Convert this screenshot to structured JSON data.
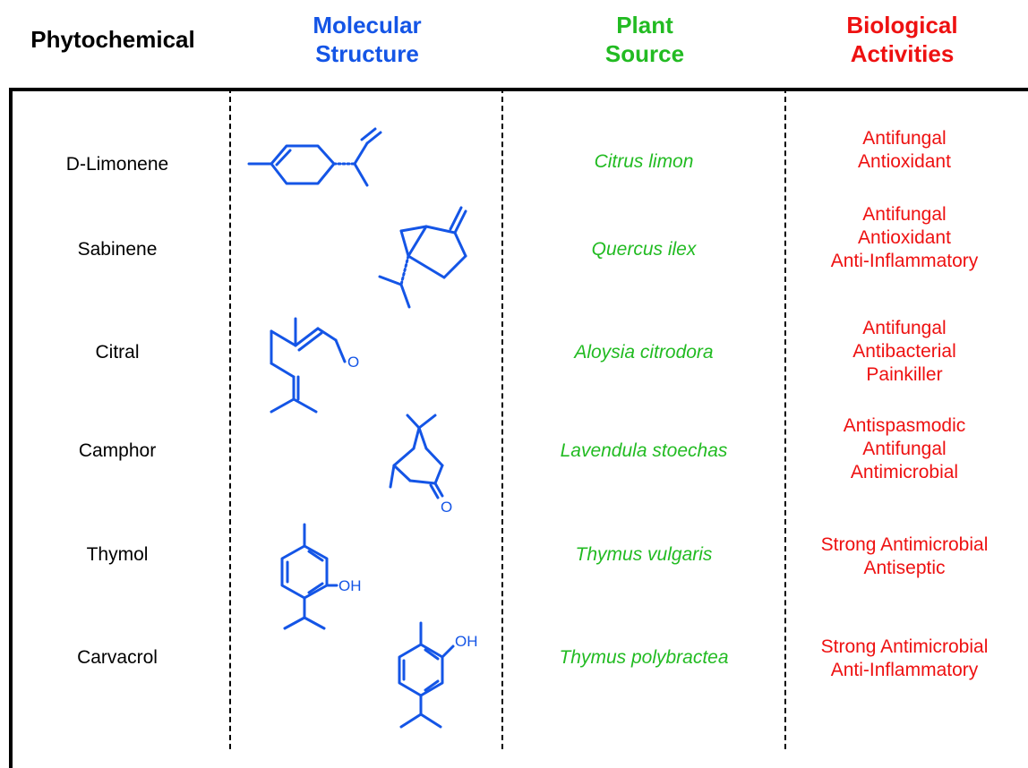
{
  "headers": {
    "phytochemical": "Phytochemical",
    "molecular_structure": [
      "Molecular",
      "Structure"
    ],
    "plant_source": [
      "Plant",
      "Source"
    ],
    "biological_activities": [
      "Biological",
      "Activities"
    ]
  },
  "colors": {
    "molecular": "#1455e6",
    "plant": "#22bb22",
    "activities": "#ee1111",
    "frame": "#000000"
  },
  "atom_labels": {
    "oxygen": "O",
    "hydroxyl": "OH"
  },
  "rows": [
    {
      "name": "D-Limonene",
      "plant": "Citrus limon",
      "activities": [
        "Antifungal",
        "Antioxidant"
      ]
    },
    {
      "name": "Sabinene",
      "plant": "Quercus ilex",
      "activities": [
        "Antifungal",
        "Antioxidant",
        "Anti-Inflammatory"
      ]
    },
    {
      "name": "Citral",
      "plant": "Aloysia citrodora",
      "activities": [
        "Antifungal",
        "Antibacterial",
        "Painkiller"
      ]
    },
    {
      "name": "Camphor",
      "plant": "Lavendula stoechas",
      "activities": [
        "Antispasmodic",
        "Antifungal",
        "Antimicrobial"
      ]
    },
    {
      "name": "Thymol",
      "plant": "Thymus vulgaris",
      "activities": [
        "Strong Antimicrobial",
        "Antiseptic"
      ]
    },
    {
      "name": "Carvacrol",
      "plant": "Thymus polybractea",
      "activities": [
        "Strong Antimicrobial",
        "Anti-Inflammatory"
      ]
    }
  ]
}
